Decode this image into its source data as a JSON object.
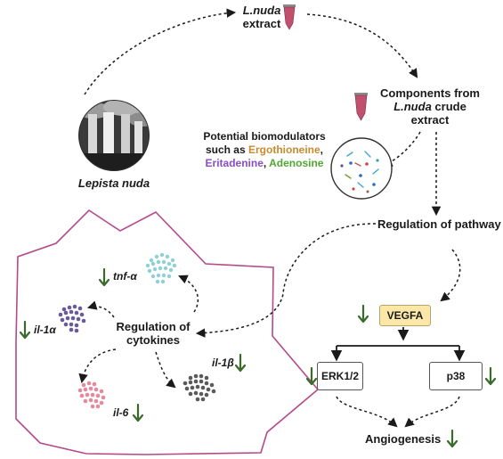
{
  "extract": {
    "name": "L.nuda",
    "word": "extract"
  },
  "mushroom": {
    "label": "Lepista nuda"
  },
  "components": {
    "line1": "Components from",
    "name": "L.nuda",
    "crude": " crude",
    "line3": "extract"
  },
  "biomodulators": {
    "line1": "Potential biomodulators",
    "such_as": "such as ",
    "ergothioneine": "Ergothioneine",
    "eritadenine": "Eritadenine",
    "adenosine": "Adenosine",
    "comma": ",",
    "comma2": ", "
  },
  "pathway": {
    "label": "Regulation of pathway"
  },
  "cytokines": {
    "line1": "Regulation of",
    "line2": "cytokines"
  },
  "cytokine_labels": {
    "tnf": "tnf-α",
    "il1a": "il-1α",
    "il6": "il-6",
    "il1b": "il-1β"
  },
  "vegfa": {
    "label": "VEGFA"
  },
  "erk": {
    "label": "ERK1/2"
  },
  "p38": {
    "label": "p38"
  },
  "angiogenesis": {
    "label": "Angiogenesis"
  },
  "colors": {
    "ergothioneine": "#c98a2e",
    "eritadenine": "#8a4fc4",
    "adenosine": "#4fa832",
    "octagon": "#b44a8c",
    "down_arrow": "#3a6b2a",
    "vegfa_fill": "#fbe7a8",
    "tube": "#c0506e"
  },
  "icons": [
    "microcentrifuge-tube-icon",
    "down-arrow-icon",
    "mushroom-photo",
    "molecule-circle"
  ]
}
